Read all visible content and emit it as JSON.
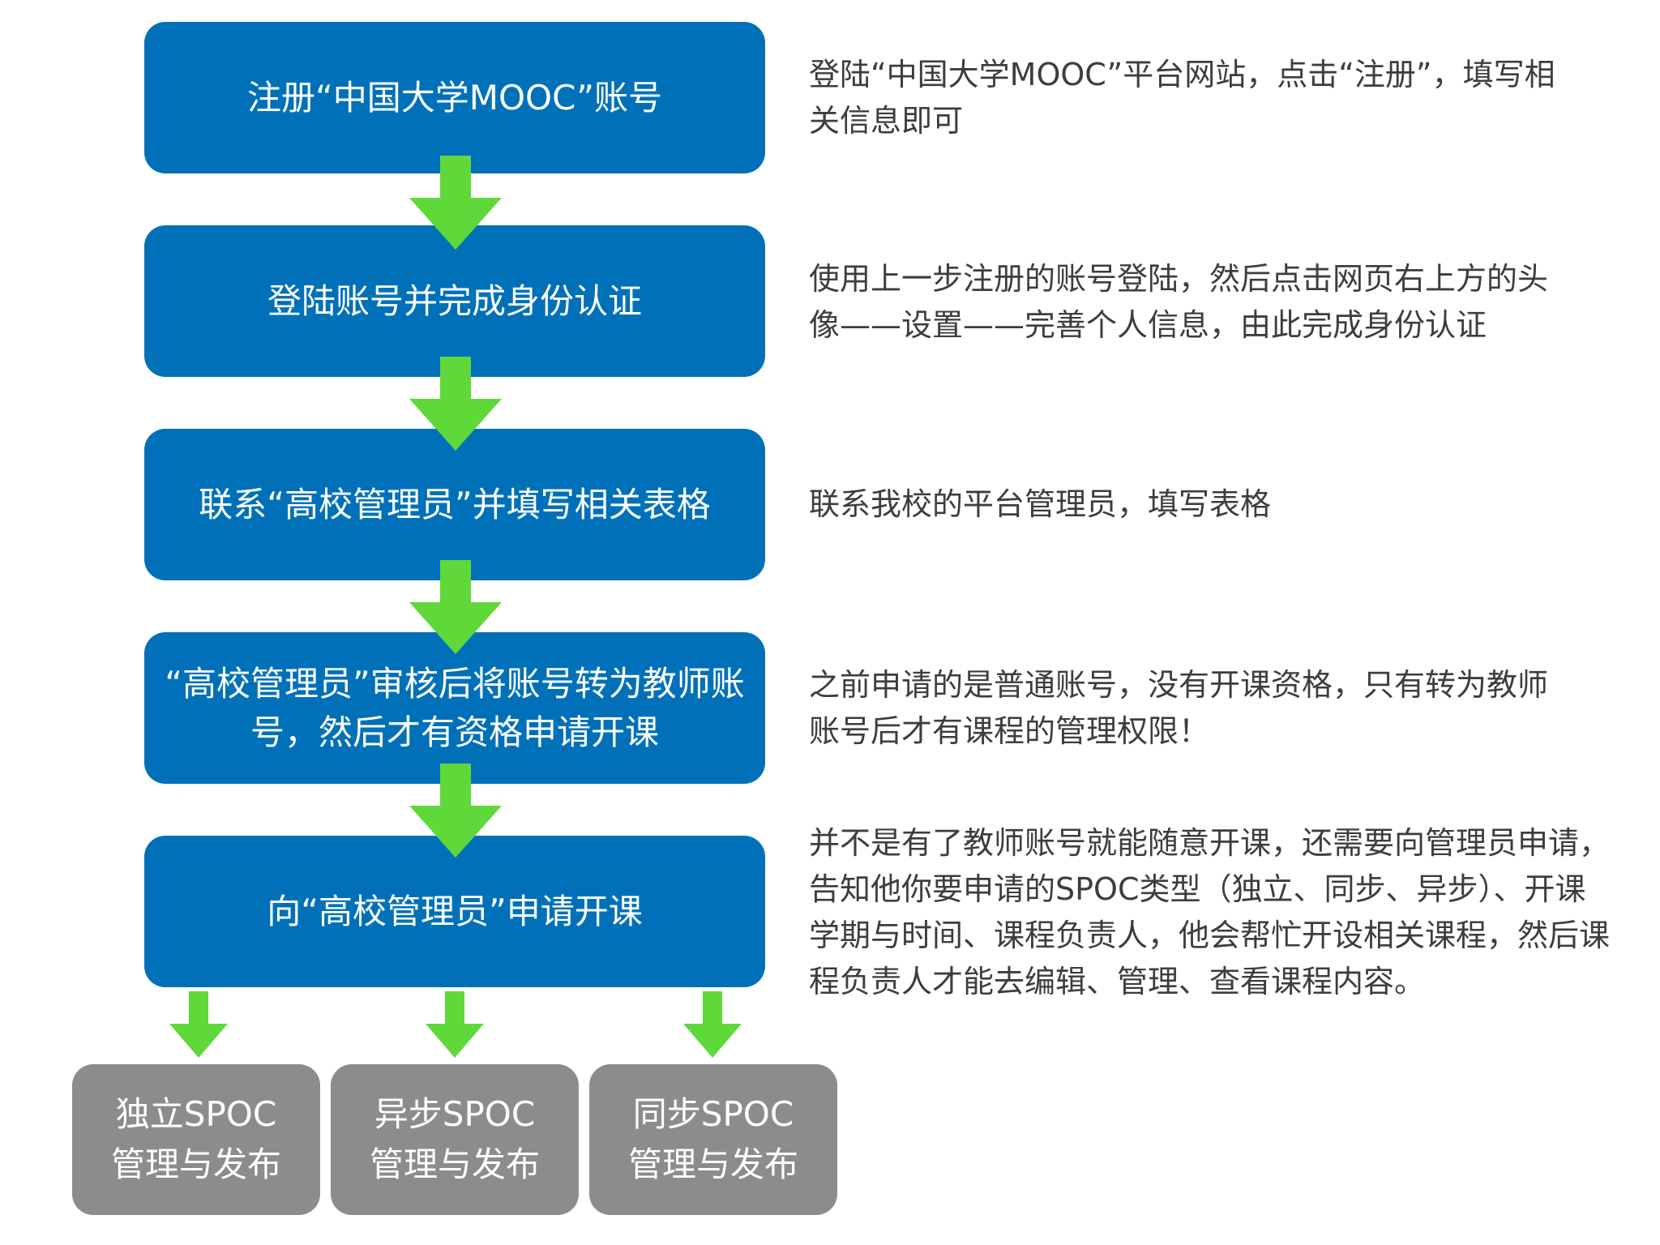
{
  "colors": {
    "step_fill": "#0071b8",
    "output_fill": "#8c8c8c",
    "arrow": "#5fd83a",
    "description_text": "#3d3d3d"
  },
  "steps": [
    {
      "label": "注册“中国大学MOOC”账号"
    },
    {
      "label": "登陆账号并完成身份认证"
    },
    {
      "label": "联系“高校管理员”并填写相关表格"
    },
    {
      "label": "“高校管理员”审核后将账号转为教师账\n号，然后才有资格申请开课"
    },
    {
      "label": "向“高校管理员”申请开课"
    }
  ],
  "descriptions": [
    {
      "text": "登陆“中国大学MOOC”平台网站，点击“注册”，填写相\n关信息即可"
    },
    {
      "text": "使用上一步注册的账号登陆，然后点击网页右上方的头\n像——设置——完善个人信息，由此完成身份认证"
    },
    {
      "text": "联系我校的平台管理员，填写表格"
    },
    {
      "text": "之前申请的是普通账号，没有开课资格，只有转为教师\n账号后才有课程的管理权限！"
    },
    {
      "text": "并不是有了教师账号就能随意开课，还需要向管理员申请，\n告知他你要申请的SPOC类型（独立、同步、异步）、开课\n学期与时间、课程负责人，他会帮忙开设相关课程，然后课\n程负责人才能去编辑、管理、查看课程内容。"
    }
  ],
  "outputs": [
    {
      "label": "独立SPOC\n管理与发布"
    },
    {
      "label": "异步SPOC\n管理与发布"
    },
    {
      "label": "同步SPOC\n管理与发布"
    }
  ]
}
